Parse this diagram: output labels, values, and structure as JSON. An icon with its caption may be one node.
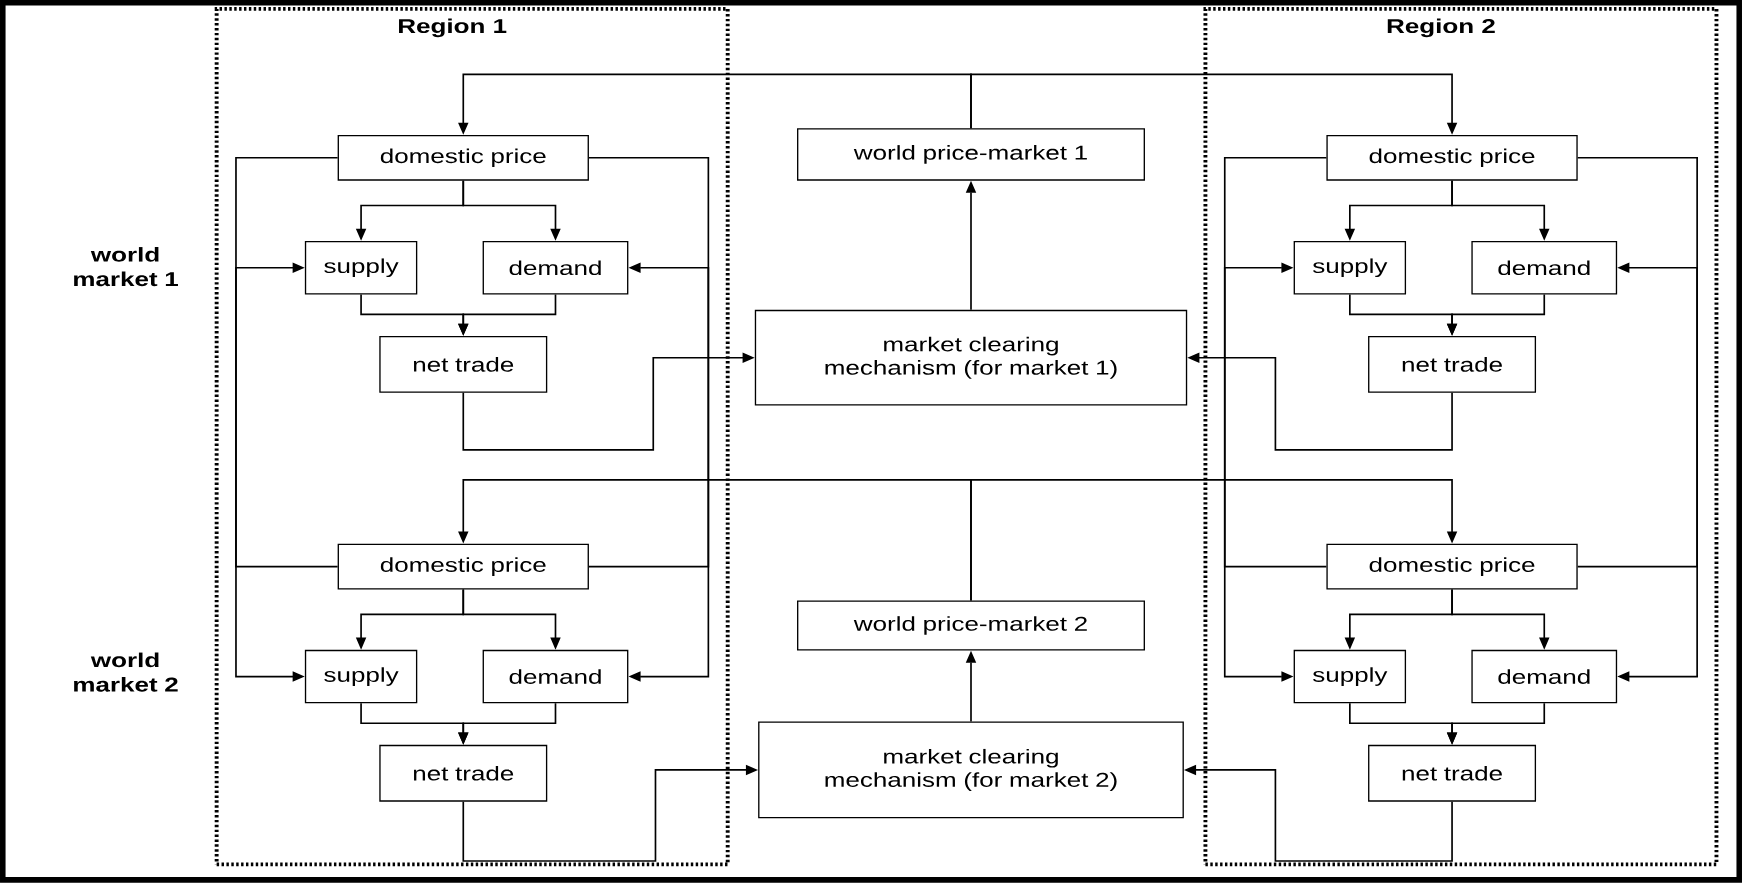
{
  "diagram": {
    "nodes": [
      {
        "text": [
          "Region 1"
        ]
      },
      {
        "text": [
          "domestic price"
        ],
        "in": 0
      },
      {
        "text": [
          "supply"
        ],
        "in": 0
      },
      {
        "text": [
          "demand"
        ],
        "in": 0
      },
      {
        "text": [
          "net trade"
        ],
        "in": 0
      },
      {
        "text": [
          "domestic price"
        ],
        "in": 0
      },
      {
        "text": [
          "supply"
        ],
        "in": 0
      },
      {
        "text": [
          "demand"
        ],
        "in": 0
      },
      {
        "text": [
          "net trade"
        ],
        "in": 0
      },
      {
        "text": [
          "Region 2"
        ]
      },
      {
        "text": [
          "domestic price"
        ],
        "in": 9
      },
      {
        "text": [
          "supply"
        ],
        "in": 9
      },
      {
        "text": [
          "demand"
        ],
        "in": 9
      },
      {
        "text": [
          "net trade"
        ],
        "in": 9
      },
      {
        "text": [
          "domestic price"
        ],
        "in": 9
      },
      {
        "text": [
          "supply"
        ],
        "in": 9
      },
      {
        "text": [
          "demand"
        ],
        "in": 9
      },
      {
        "text": [
          "net trade"
        ],
        "in": 9
      },
      {
        "text": [
          "world price-market 1"
        ]
      },
      {
        "text": [
          "market clearing mechanism (for market 1)"
        ]
      },
      {
        "text": [
          "world price-market 2"
        ]
      },
      {
        "text": [
          "market clearing mechanism (for market 2)"
        ]
      }
    ],
    "edges": [
      {
        "from": 1,
        "to": 2,
        "arrow": "to"
      },
      {
        "from": 1,
        "to": 3,
        "arrow": "to"
      },
      {
        "from": 2,
        "to": 4,
        "arrow": "to"
      },
      {
        "from": 3,
        "to": 4,
        "arrow": "to"
      },
      {
        "from": 5,
        "to": 6,
        "arrow": "to"
      },
      {
        "from": 5,
        "to": 7,
        "arrow": "to"
      },
      {
        "from": 6,
        "to": 8,
        "arrow": "to"
      },
      {
        "from": 7,
        "to": 8,
        "arrow": "to"
      },
      {
        "from": 1,
        "to": 6,
        "arrow": "to"
      },
      {
        "from": 5,
        "to": 2,
        "arrow": "to"
      },
      {
        "from": 1,
        "to": 7,
        "arrow": "to"
      },
      {
        "from": 5,
        "to": 3,
        "arrow": "to"
      },
      {
        "from": 10,
        "to": 11,
        "arrow": "to"
      },
      {
        "from": 10,
        "to": 12,
        "arrow": "to"
      },
      {
        "from": 11,
        "to": 13,
        "arrow": "to"
      },
      {
        "from": 12,
        "to": 13,
        "arrow": "to"
      },
      {
        "from": 14,
        "to": 15,
        "arrow": "to"
      },
      {
        "from": 14,
        "to": 16,
        "arrow": "to"
      },
      {
        "from": 15,
        "to": 17,
        "arrow": "to"
      },
      {
        "from": 16,
        "to": 17,
        "arrow": "to"
      },
      {
        "from": 10,
        "to": 15,
        "arrow": "to"
      },
      {
        "from": 14,
        "to": 11,
        "arrow": "to"
      },
      {
        "from": 10,
        "to": 16,
        "arrow": "to"
      },
      {
        "from": 14,
        "to": 12,
        "arrow": "to"
      },
      {
        "from": 4,
        "to": 19,
        "arrow": "to"
      },
      {
        "from": 13,
        "to": 19,
        "arrow": "to"
      },
      {
        "from": 8,
        "to": 21,
        "arrow": "to"
      },
      {
        "from": 17,
        "to": 21,
        "arrow": "to"
      },
      {
        "from": 19,
        "to": 18,
        "arrow": "to"
      },
      {
        "from": 21,
        "to": 20,
        "arrow": "to"
      },
      {
        "from": 18,
        "to": 1,
        "arrow": "to"
      },
      {
        "from": 18,
        "to": 10,
        "arrow": "to"
      },
      {
        "from": 20,
        "to": 5,
        "arrow": "to"
      },
      {
        "from": 20,
        "to": 14,
        "arrow": "to"
      }
    ],
    "labels": [
      "world market 1",
      "world market 2"
    ]
  }
}
